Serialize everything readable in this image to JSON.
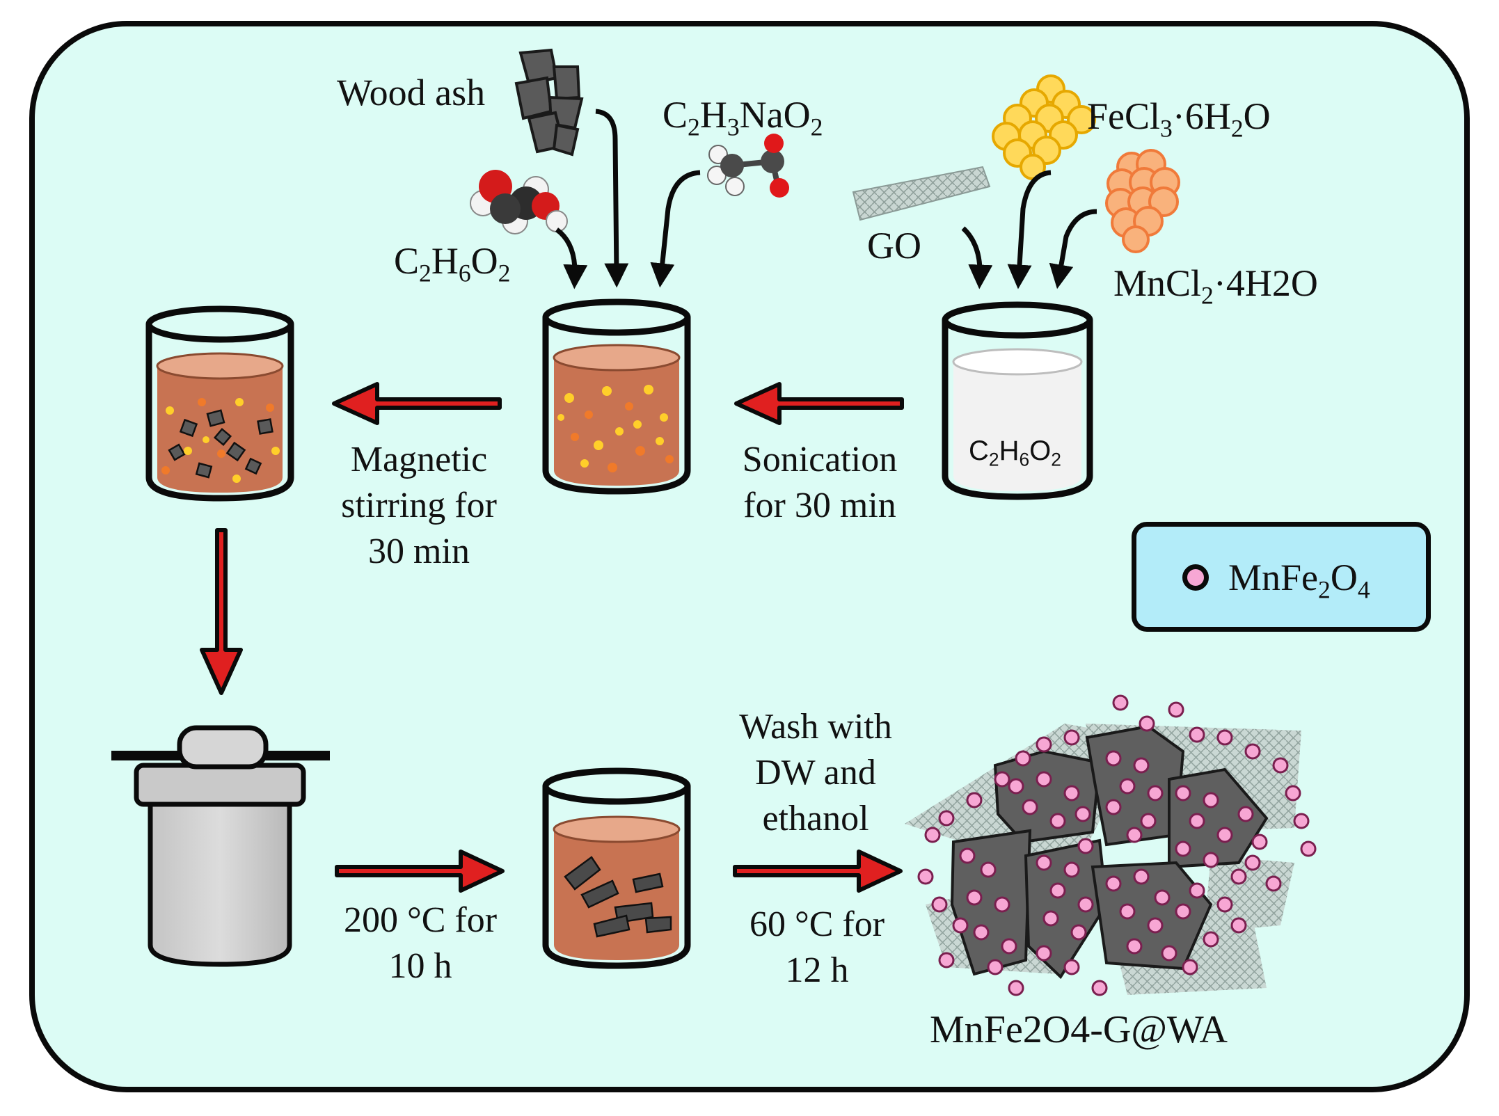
{
  "labels": {
    "wood_ash": "Wood ash",
    "c2h3nao2": [
      "C",
      "2",
      "H",
      "3",
      "NaO",
      "2"
    ],
    "c2h6o2": [
      "C",
      "2",
      "H",
      "6",
      "O",
      "2"
    ],
    "go": "GO",
    "fecl3": [
      "FeCl",
      "3",
      "·6H",
      "2",
      "O"
    ],
    "mncl2": [
      "MnCl",
      "2",
      "·4H2O"
    ],
    "beaker_c2h6o2": [
      "C",
      "2",
      "H",
      "6",
      "O",
      "2"
    ],
    "product": "MnFe2O4-G@WA"
  },
  "steps": {
    "sonication": [
      "Sonication",
      "for 30 min"
    ],
    "stirring": [
      "Magnetic",
      "stirring for",
      "30 min"
    ],
    "heating": [
      "200 °C for",
      "10 h"
    ],
    "washing": [
      "Wash with",
      "DW and",
      "ethanol"
    ],
    "drying": [
      "60 °C for",
      "12 h"
    ]
  },
  "legend": {
    "label": [
      "MnFe",
      "2",
      "O",
      "4"
    ]
  },
  "colors": {
    "panel_bg": "#dcfcf5",
    "legend_bg": "#b3ecf9",
    "liquid_brown": "#c87352",
    "liquid_white": "#f2f2f2",
    "arrow_red": "#e02020",
    "particle_pink": "#f7a7d4",
    "ash_gray": "#5a5a5a",
    "fe_yellow": "#ffd95a",
    "mn_orange": "#f9b27c"
  },
  "icons": [
    "wood-ash-pieces-icon",
    "ethylene-glycol-molecule-icon",
    "sodium-acetate-molecule-icon",
    "graphene-oxide-sheet-icon",
    "fecl3-cluster-icon",
    "mncl2-cluster-icon",
    "autoclave-icon"
  ]
}
